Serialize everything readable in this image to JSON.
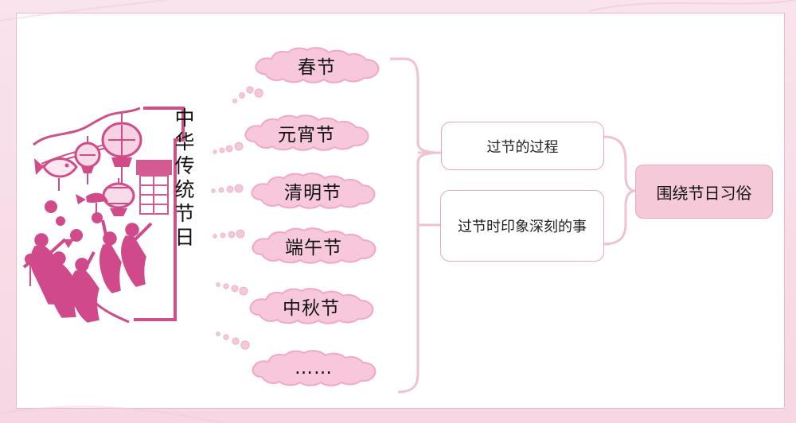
{
  "diagram": {
    "title_chars": [
      "中",
      "华",
      "传",
      "统",
      "节",
      "日"
    ],
    "festivals": [
      "春节",
      "元宵节",
      "清明节",
      "端午节",
      "中秋节",
      "……"
    ],
    "middle_items": [
      "过节的过程",
      "过节时印象深刻的事"
    ],
    "main_topic": "围绕节日习俗",
    "colors": {
      "pink_line": "#efbfd0",
      "cloud_fill": "#f7c8db",
      "cloud_stroke": "#f0a8c6",
      "main_box_fill": "#f6c9d9",
      "illustration_magenta": "#d84b8f"
    }
  }
}
